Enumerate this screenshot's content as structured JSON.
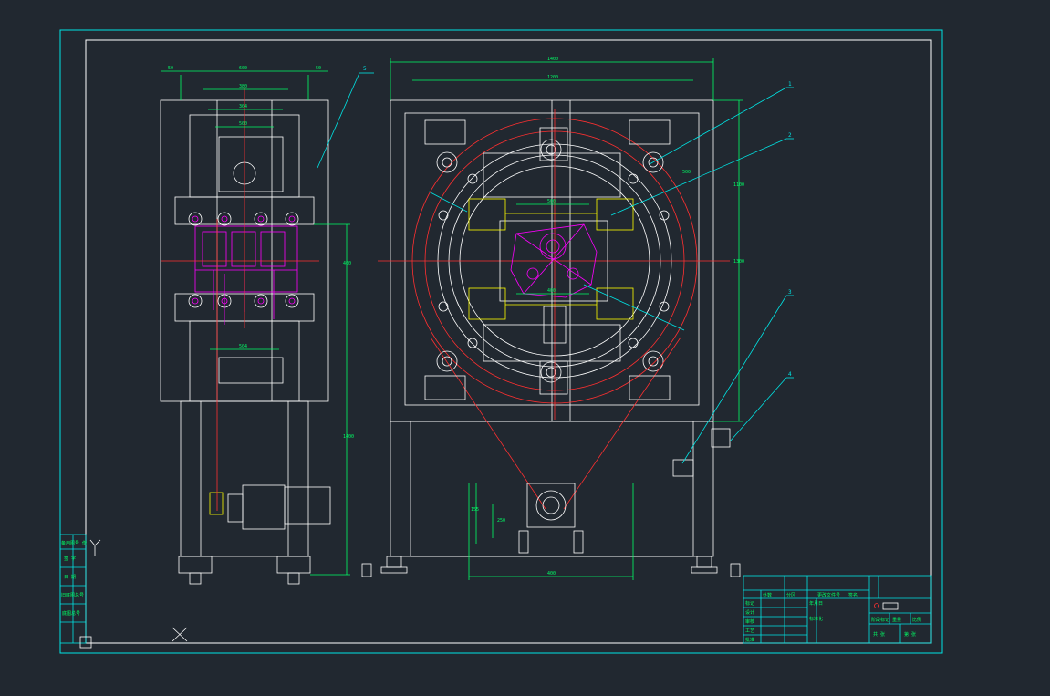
{
  "drawing": {
    "background": "#212830",
    "colors": {
      "frame": "#00e5e5",
      "outline": "#ffffff",
      "part": "#ff00ff",
      "center": "#ff3030",
      "dim": "#00ff66",
      "fixture": "#ffff00"
    },
    "callouts": [
      "5",
      "1",
      "2",
      "3",
      "4"
    ],
    "side_view_dims": {
      "top": [
        "50",
        "600",
        "50"
      ],
      "sub": [
        "380",
        "304",
        "500"
      ],
      "lower": "504",
      "vertical": [
        "400",
        "1400"
      ]
    },
    "front_view_dims": {
      "top": [
        "1400",
        "1200"
      ],
      "inner": [
        "500",
        "400"
      ],
      "right": [
        "1100",
        "1300"
      ],
      "leader": "500",
      "bottom": [
        "400",
        "250",
        "155"
      ]
    },
    "left_table_rows": [
      "备用图号 借",
      "签 字",
      "日 期",
      "旧底图总号",
      "底图总号"
    ],
    "title_block": {
      "rows": [
        "标记",
        "设计",
        "审核",
        "工艺",
        "批准"
      ],
      "header": [
        "处数",
        "分区",
        "更改文件号",
        "签名",
        "年月日"
      ],
      "mid": [
        "标准化",
        "阶段标记",
        "重量",
        "比例"
      ],
      "right": [
        "共 张",
        "第 张"
      ]
    }
  }
}
